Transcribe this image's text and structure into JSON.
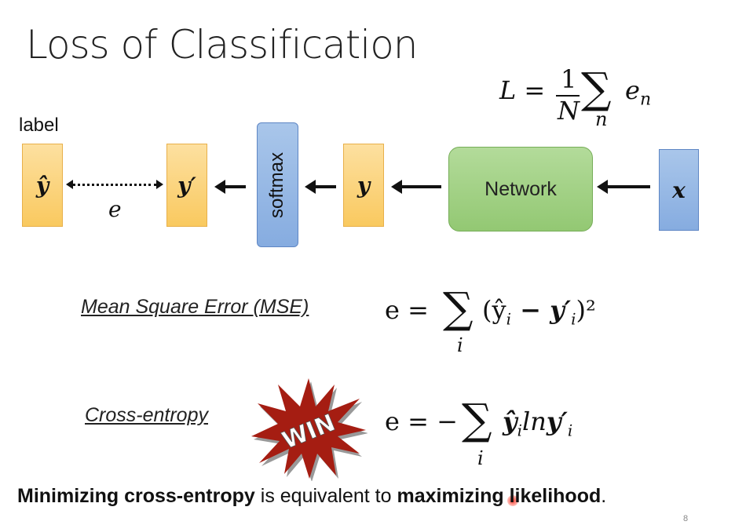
{
  "title": "Loss of Classification",
  "loss_formula": {
    "lhs": "L =",
    "num": "1",
    "den": "N",
    "sum": "∑",
    "sub": "n",
    "term": "e",
    "term_sub": "n"
  },
  "diagram": {
    "label_text": "label",
    "y_hat": "ŷ",
    "y_prime": "y′",
    "softmax": "softmax",
    "y": "y",
    "network": "Network",
    "x": "x",
    "e": "e"
  },
  "mse": {
    "label": "Mean Square Error (MSE)",
    "lhs": "e =",
    "sum": "∑",
    "sub": "i",
    "term": "(ŷ",
    "i": "i",
    "minus": " − y′",
    "i2": "i",
    "close": ")²"
  },
  "ce": {
    "label": "Cross-entropy",
    "badge": "WIN",
    "lhs": "e = −",
    "sum": "∑",
    "sub": "i",
    "term": "ŷ",
    "i": "i",
    "ln": "ln",
    "yp": "y′",
    "i2": "i"
  },
  "conclusion": {
    "bold1": "Minimizing cross-entropy",
    "normal": " is equivalent to ",
    "bold2": "maximizing likelihood",
    "end": "."
  },
  "page_number": "8",
  "colors": {
    "orange": "#f9c95f",
    "blue": "#86ace0",
    "green": "#93c873",
    "badge": "#a51d12"
  }
}
